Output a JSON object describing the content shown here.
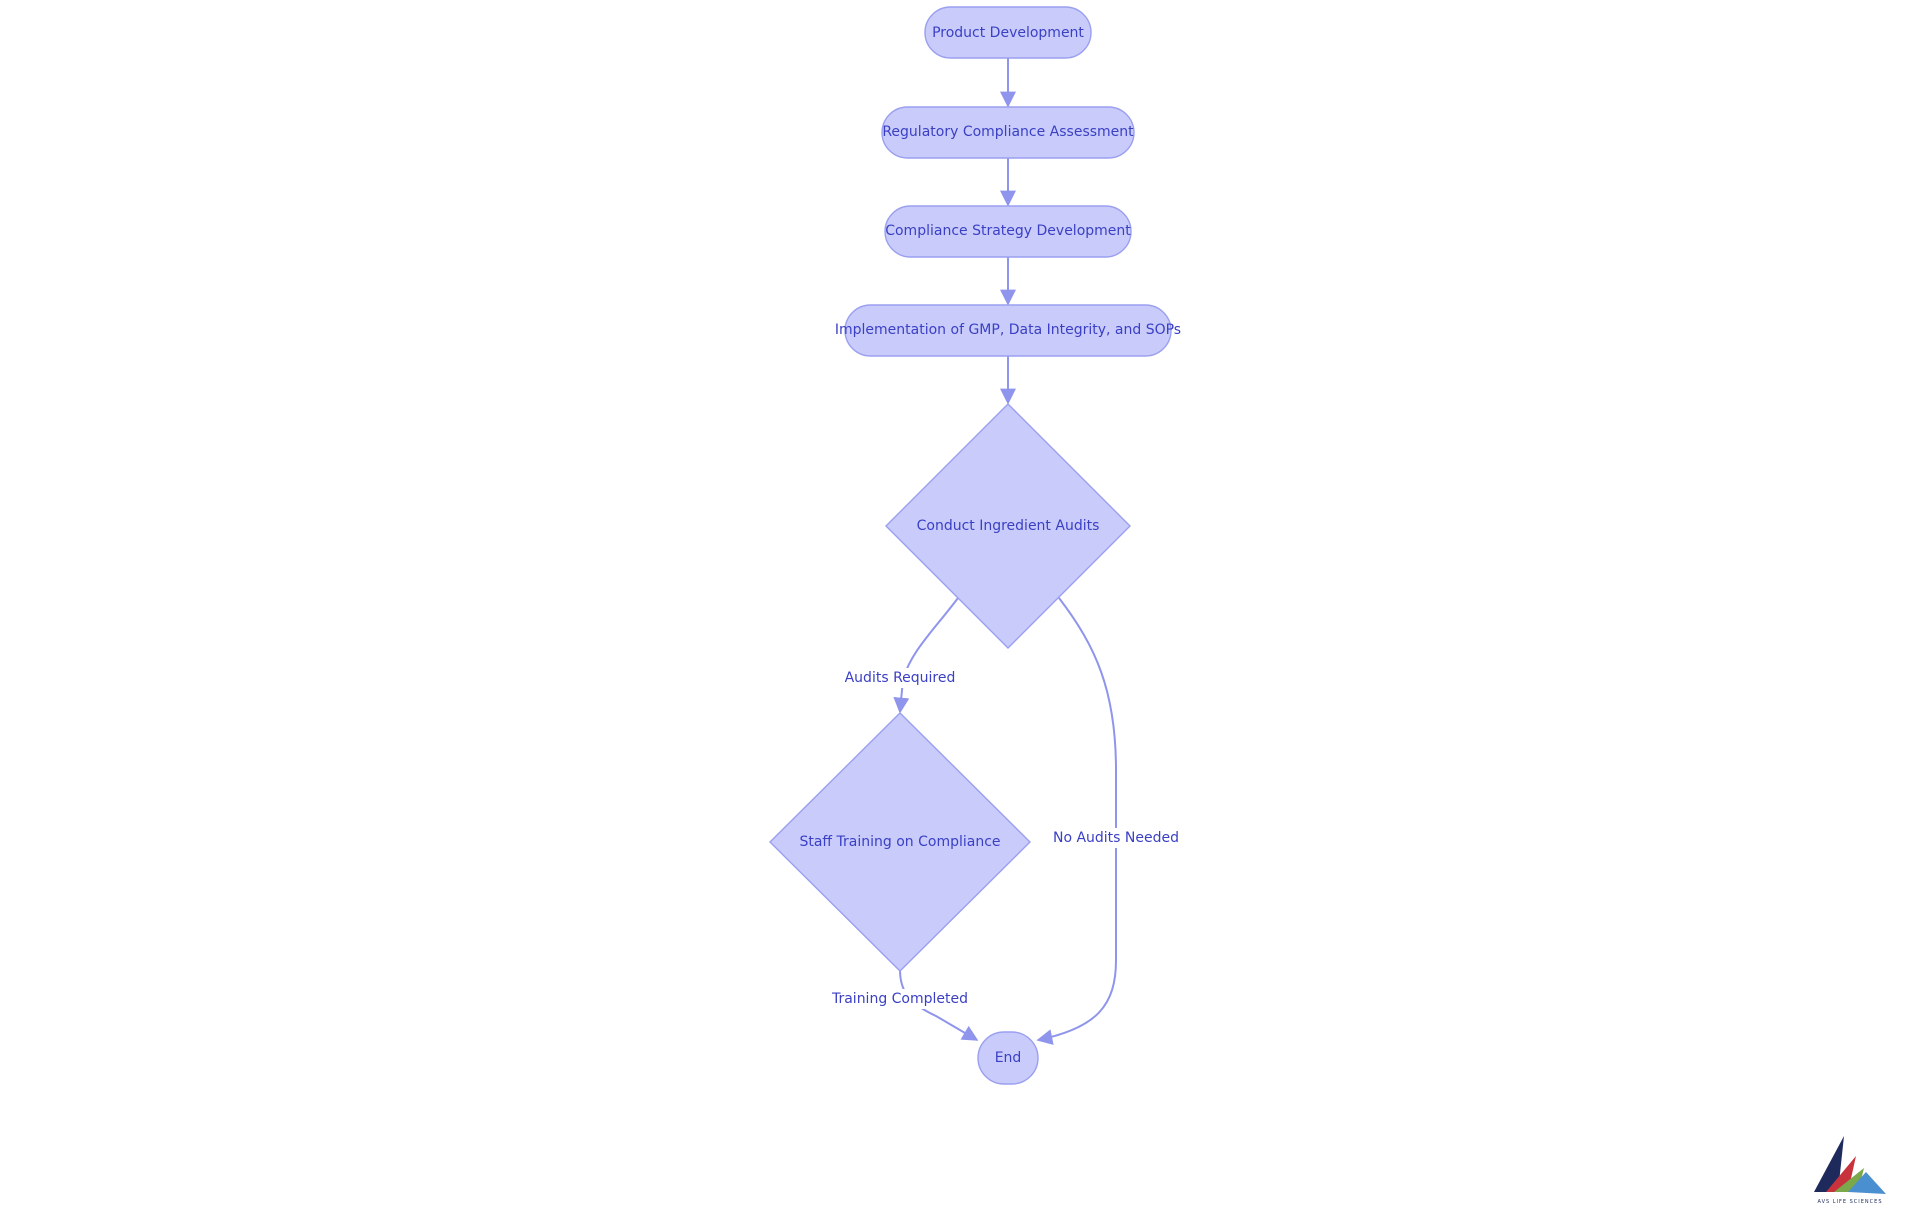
{
  "diagram": {
    "nodes": {
      "product_development": "Product Development",
      "regulatory_assessment": "Regulatory Compliance Assessment",
      "strategy_development": "Compliance Strategy Development",
      "implementation": "Implementation of GMP, Data Integrity, and SOPs",
      "ingredient_audits": "Conduct Ingredient Audits",
      "staff_training": "Staff Training on Compliance",
      "end": "End"
    },
    "edges": {
      "audits_required": "Audits Required",
      "no_audits_needed": "No Audits Needed",
      "training_completed": "Training Completed"
    }
  },
  "logo": {
    "company_text": "AVS LIFE SCIENCES",
    "colors": {
      "navy": "#1e2a5c",
      "red": "#c8323c",
      "green": "#7aa84a",
      "blue": "#4a8fd0"
    }
  },
  "colors": {
    "node_fill": "#c9ccfb",
    "node_stroke": "#9a9ff0",
    "text": "#3a3fc4",
    "edge": "#8f95ec",
    "background": "#ffffff"
  }
}
